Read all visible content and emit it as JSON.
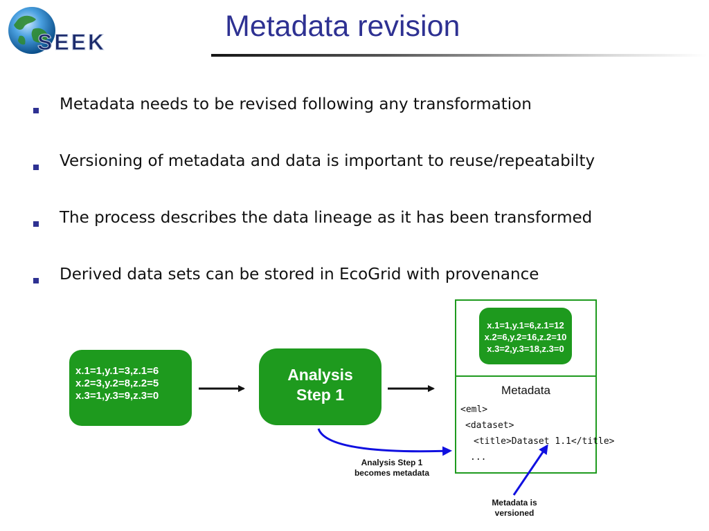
{
  "logo": {
    "text": "SEEK"
  },
  "title": "Metadata revision",
  "bullets": [
    "Metadata needs to be revised following any transformation",
    "Versioning of metadata and data is important to reuse/repeatabilty",
    "The process describes the data lineage as it has been transformed",
    "Derived data sets can be stored in EcoGrid with provenance"
  ],
  "diagram": {
    "input_data": [
      "x.1=1,y.1=3,z.1=6",
      "x.2=3,y.2=8,z.2=5",
      "x.3=1,y.3=9,z.3=0"
    ],
    "analysis": [
      "Analysis",
      "Step 1"
    ],
    "output_data": [
      "x.1=1,y.1=6,z.1=12",
      "x.2=6,y.2=16,z.2=10",
      "x.3=2,y.3=18,z.3=0"
    ],
    "metadata_title": "Metadata",
    "metadata_lines": [
      "<eml>",
      "<dataset>",
      "<title>Dataset 1.1</title>",
      "..."
    ],
    "note_analysis": [
      "Analysis Step 1",
      "becomes metadata"
    ],
    "note_versioned": [
      "Metadata is",
      "versioned"
    ]
  },
  "colors": {
    "title": "#2e3192",
    "green": "#1e9a1e",
    "arrow_blue": "#1010e0"
  }
}
